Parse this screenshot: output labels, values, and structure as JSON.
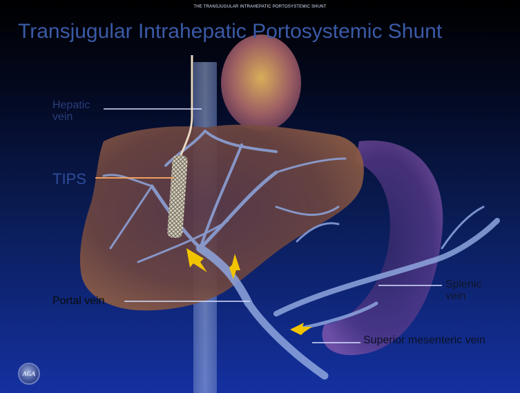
{
  "slide": {
    "header_small": "THE TRANSJUGULAR INTRAHEPATIC PORTOSYSTEMIC SHUNT",
    "title": "Transjugular Intrahepatic Portosystemic Shunt",
    "labels": {
      "hepatic_vein": "Hepatic vein",
      "tips": "TIPS",
      "portal_vein": "Portal vein",
      "splenic_vein": "Splenic vein",
      "superior_mesenteric_vein": "Superior mesenteric vein"
    },
    "logo_text": "AGA"
  },
  "colors": {
    "background_top": "#000000",
    "background_bottom": "#1431a0",
    "liver": "#7a4a40",
    "veins": "#7f99d6",
    "tips_leader": "#f0a060",
    "arrows": "#f2c400"
  },
  "icons": {
    "logo": "aga-seal-icon",
    "flow_arrows": "flow-arrow-icon"
  }
}
